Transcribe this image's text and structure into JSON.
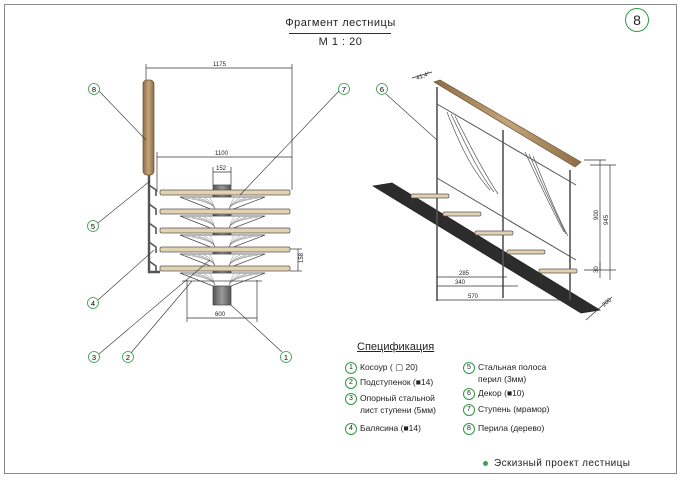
{
  "sheet": {
    "title": "Фрагмент  лестницы",
    "scale": "М  1 : 20",
    "number": "8",
    "footer": "Эскизный  проект  лестницы"
  },
  "dimensions_front": {
    "total_width": "1175",
    "inner_width": "1100",
    "column_width": "152",
    "step_height": "158",
    "base_width": "600"
  },
  "dimensions_side": {
    "angle": "41,4°",
    "dim_285": "285",
    "dim_340": "340",
    "dim_570": "570",
    "dim_900": "900",
    "dim_945": "945",
    "dim_30": "30",
    "dim_200": "200"
  },
  "callouts_front": [
    "8",
    "7",
    "5",
    "4",
    "3",
    "2",
    "1"
  ],
  "callouts_side": [
    "6"
  ],
  "spec": {
    "title": "Спецификация",
    "items": [
      {
        "n": "1",
        "text": "Косоур (  ▢  20)"
      },
      {
        "n": "2",
        "text": "Подступенок (■14)"
      },
      {
        "n": "3",
        "text": "Опорный стальной",
        "text2": "лист  ступени  (5мм)"
      },
      {
        "n": "4",
        "text": "Балясина  (■14)"
      },
      {
        "n": "5",
        "text": "Стальная  полоса",
        "text2": "перил  (3мм)"
      },
      {
        "n": "6",
        "text": "Декор (■10)"
      },
      {
        "n": "7",
        "text": "Ступень (мрамор)"
      },
      {
        "n": "8",
        "text": "Перила  (дерево)"
      }
    ]
  },
  "colors": {
    "wood": "#a88b64",
    "step": "#e2d2b0",
    "steel": "#6d6d6d",
    "accent": "#2e9a46"
  }
}
